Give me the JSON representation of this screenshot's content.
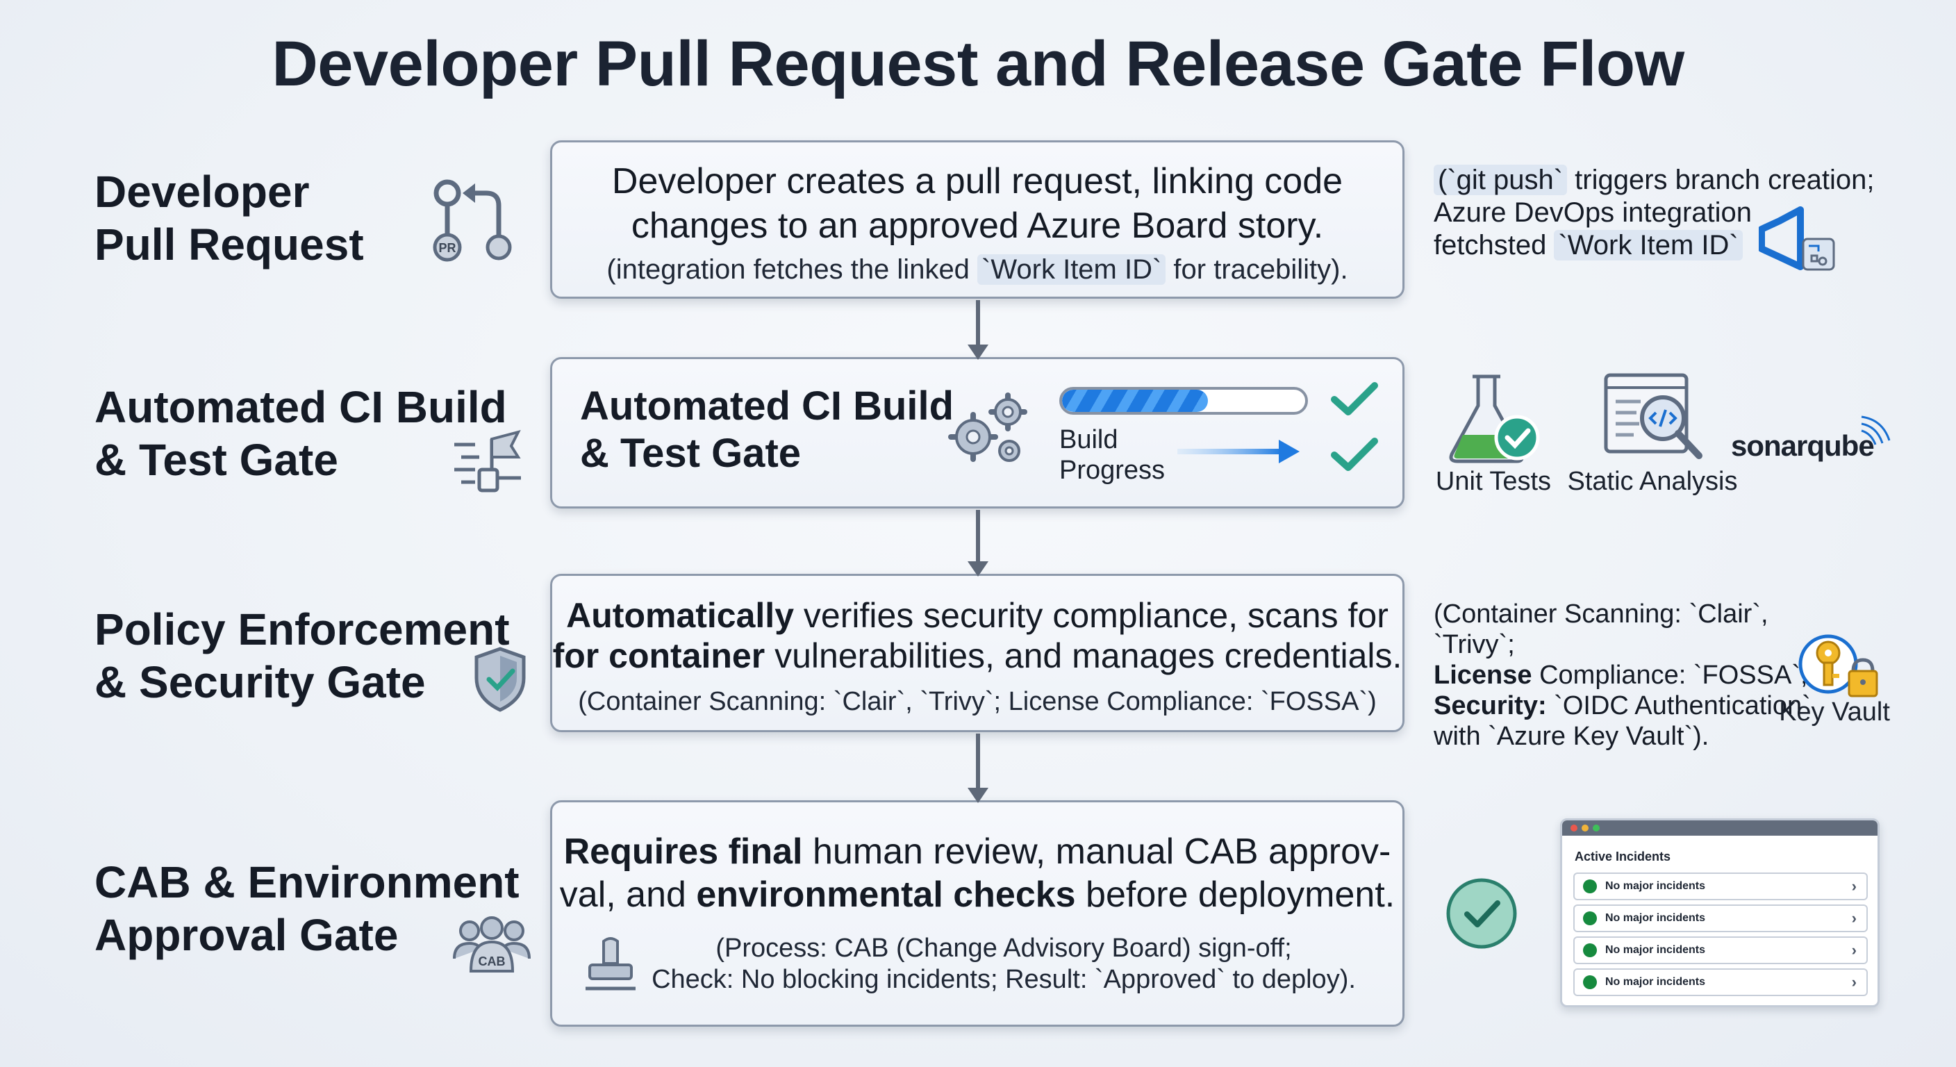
{
  "title": "Developer Pull Request and Release Gate Flow",
  "stages": [
    {
      "label": "Developer\nPull Request",
      "card": {
        "line1": "Developer creates a pull request, linking code",
        "line2": "changes to an approved Azure Board story.",
        "sub_pre": "(integration fetches the linked ",
        "sub_code": "`Work Item ID`",
        "sub_post": " for tracebility)."
      },
      "side": {
        "code1": "(`git push`",
        "line1_rest": " triggers branch creation;",
        "line2": "Azure DevOps integration",
        "line3_pre": "fetchsted ",
        "code2": "`Work Item ID`"
      }
    },
    {
      "label": "Automated CI Build\n& Test Gate",
      "card": {
        "title": "Automated CI Build\n& Test Gate",
        "progress_label": "Build\nProgress",
        "progress": 0.6
      },
      "side": {
        "unit_tests": "Unit Tests",
        "static_analysis": "Static Analysis",
        "brand": "sonarqube"
      }
    },
    {
      "label": "Policy Enforcement\n& Security Gate",
      "card": {
        "line1_bold": "Automatically",
        "line1_rest": " verifies security compliance, scans for",
        "line2_bold": "for container",
        "line2_rest": " vulnerabilities, and manages credentials.",
        "sub": "(Container Scanning: `Clair`, `Trivy`; License Compliance: `FOSSA`)"
      },
      "side": {
        "line1": "(Container Scanning: `Clair`, `Trivy`;",
        "line2_bold": "License",
        "line2_rest": " Compliance: `FOSSA`;",
        "line3_bold": "Security:",
        "line3_rest": " `OIDC Authentication`",
        "line4": "with `Azure Key Vault`).",
        "key_vault": "Key Vault"
      }
    },
    {
      "label": "CAB & Environment\nApproval Gate",
      "card": {
        "line1_bold": "Requires final",
        "line1_rest": " human review, manual CAB approv-",
        "line2_pre": "val, and ",
        "line2_bold": "environmental checks",
        "line2_rest": " before deployment.",
        "sub1": "(Process: CAB (Change Advisory Board) sign-off;",
        "sub2": "Check: No blocking incidents; Result: `Approved` to deploy)."
      },
      "icon_text": "CAB",
      "incidents": {
        "title": "Active Incidents",
        "rows": [
          "No major incidents",
          "No major incidents",
          "No major incidents",
          "No major incidents"
        ]
      }
    }
  ],
  "icons": {
    "pr_badge": "PR"
  },
  "colors": {
    "accent_blue": "#1f7ae0",
    "check_green": "#2aa28a",
    "incident_green": "#168a3e",
    "azure_blue": "#1a6fd0"
  }
}
